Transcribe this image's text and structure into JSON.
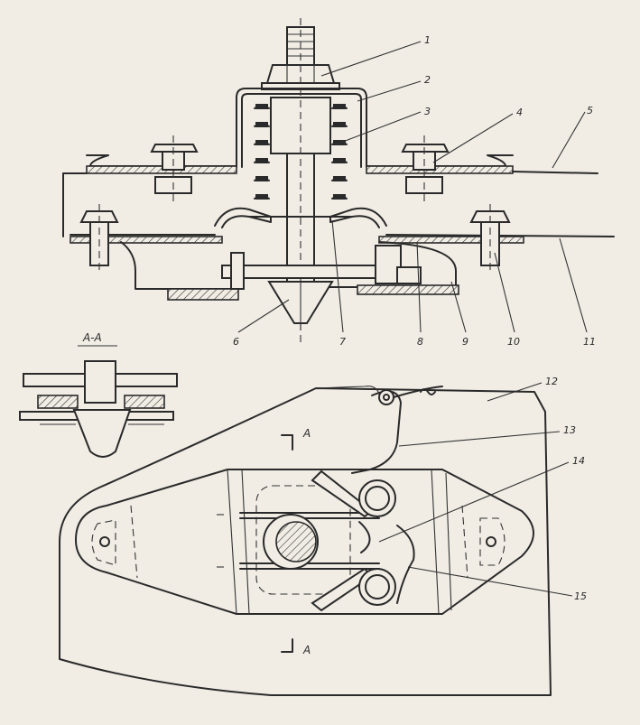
{
  "figure": {
    "callouts": [
      {
        "id": "c1",
        "text": "1"
      },
      {
        "id": "c2",
        "text": "2"
      },
      {
        "id": "c3",
        "text": "3"
      },
      {
        "id": "c4",
        "text": "4"
      },
      {
        "id": "c5",
        "text": "5"
      },
      {
        "id": "c6",
        "text": "6"
      },
      {
        "id": "c7",
        "text": "7"
      },
      {
        "id": "c8",
        "text": "8"
      },
      {
        "id": "c9",
        "text": "9"
      },
      {
        "id": "c10",
        "text": "10"
      },
      {
        "id": "c11",
        "text": "11"
      },
      {
        "id": "c12",
        "text": "12"
      },
      {
        "id": "c13",
        "text": "13"
      },
      {
        "id": "c14",
        "text": "14"
      },
      {
        "id": "c15",
        "text": "15"
      }
    ],
    "section_title": "A-A",
    "section_mark_top": "A",
    "section_mark_bottom": "A"
  }
}
